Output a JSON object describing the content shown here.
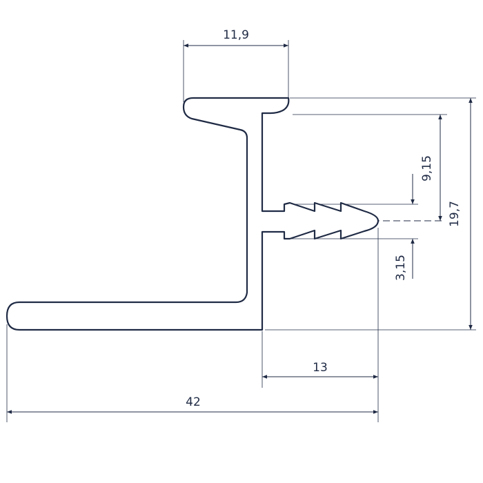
{
  "dimensions": {
    "top_width": "11,9",
    "total_height": "19,7",
    "upper_height": "9,15",
    "fin_offset": "3,15",
    "fin_length": "13",
    "total_width": "42"
  }
}
